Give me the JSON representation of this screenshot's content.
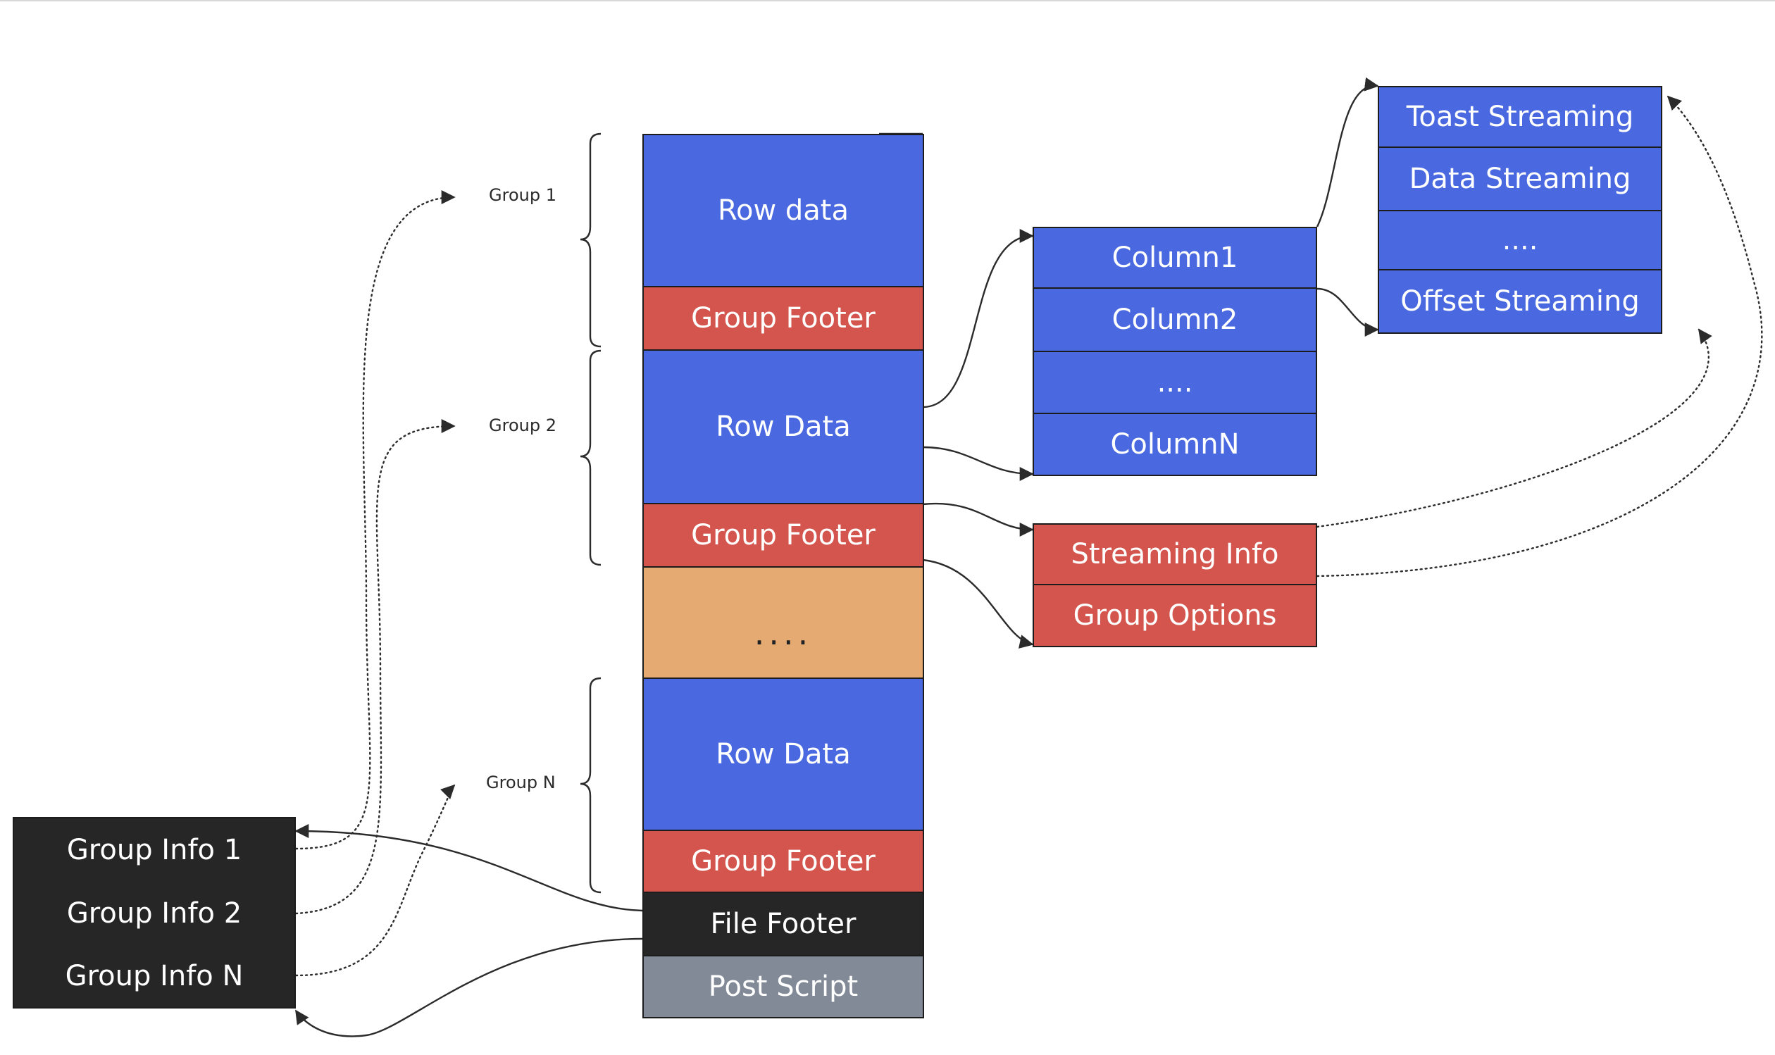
{
  "file_stack": {
    "group1_row": "Row data",
    "group1_footer": "Group Footer",
    "group2_row": "Row Data",
    "group2_footer": "Group Footer",
    "ellipsis": "....",
    "groupN_row": "Row Data",
    "groupN_footer": "Group Footer",
    "file_footer": "File Footer",
    "post_script": "Post Script"
  },
  "groups": {
    "group1": "Group 1",
    "group2": "Group 2",
    "groupN": "Group N"
  },
  "group_info": [
    "Group Info 1",
    "Group Info 2",
    "Group Info N"
  ],
  "columns": [
    "Column1",
    "Column2",
    "....",
    "ColumnN"
  ],
  "streams": [
    "Toast Streaming",
    "Data Streaming",
    "....",
    "Offset Streaming"
  ],
  "footer_detail": [
    "Streaming Info",
    "Group Options"
  ],
  "colors": {
    "row_data": "#4a68e0",
    "group_footer": "#d4554d",
    "ellipsis_block": "#e4aa72",
    "file_footer": "#262626",
    "post_script": "#828a98"
  }
}
